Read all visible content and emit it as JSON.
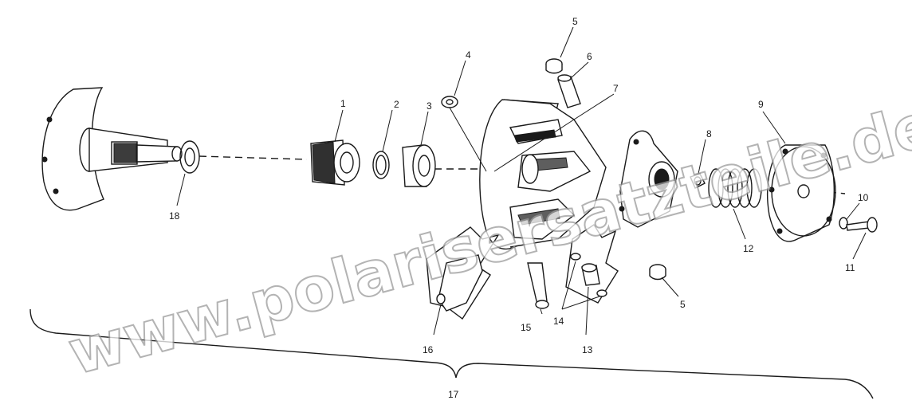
{
  "diagram": {
    "callouts": [
      "1",
      "2",
      "3",
      "4",
      "5",
      "6",
      "7",
      "8",
      "9",
      "10",
      "11",
      "12",
      "5",
      "13",
      "14",
      "15",
      "16",
      "17",
      "18"
    ]
  },
  "watermark": {
    "text": "www.polarisersatzteile.de"
  }
}
